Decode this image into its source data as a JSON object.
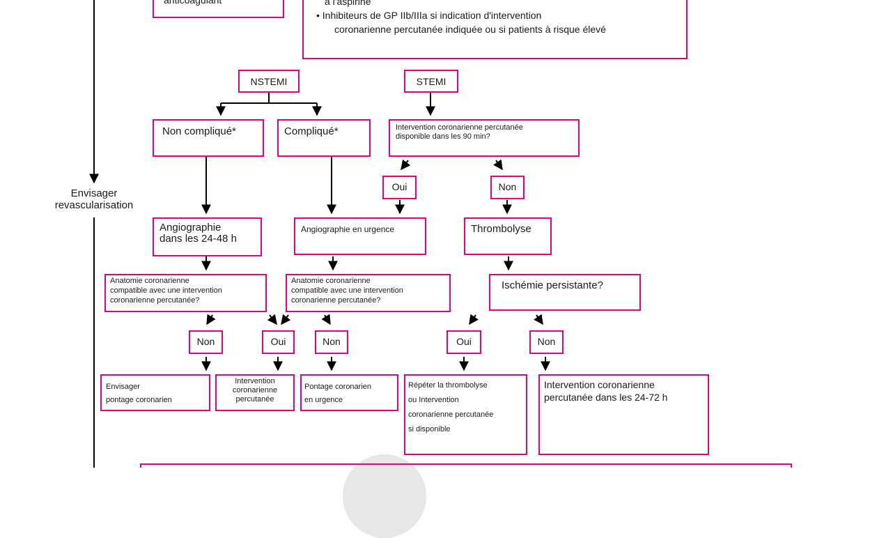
{
  "colors": {
    "box_border": "#e5007e",
    "line": "#000000",
    "text": "#1a1a1a"
  },
  "top_left_box": {
    "text": "anticoagulant"
  },
  "top_right_box": {
    "line1": "à l'aspirine",
    "line2": "• Inhibiteurs de GP IIb/IIIa si indication d'intervention",
    "line3": "coronarienne percutanée    indiquée ou si patients à risque élevé"
  },
  "side_label": {
    "line1": "Envisager",
    "line2": "revascularisation"
  },
  "nodes": {
    "nstemi": "NSTEMI",
    "stemi": "STEMI",
    "non_complique": "Non compliqué*",
    "complique": "Compliqué*",
    "ic_disponible": "Intervention coronarienne percutanée\ndisponible dans les    90 min?",
    "oui_stemi": "Oui",
    "non_stemi": "Non",
    "angio_24_48": "Angiographie\ndans les 24-48 h",
    "angio_urgence": "Angiographie en urgence",
    "thrombolyse": "Thrombolyse",
    "anatomie_1": "Anatomie coronarienne\ncompatible avec une intervention\ncoronarienne percutanée?",
    "anatomie_2": "Anatomie coronarienne\ncompatible avec une intervention\ncoronarienne percutanée?",
    "ischemie": "Ischémie persistante?",
    "non_a1": "Non",
    "oui_shared": "Oui",
    "non_a2": "Non",
    "oui_isch": "Oui",
    "non_isch": "Non",
    "envisager_pontage": "Envisager\npontage coronarien",
    "intervention_cp": "Intervention\ncoronarienne\npercutanée",
    "pontage_urgence": "Pontage coronarien\nen urgence",
    "repeter_thrombolyse": "Répéter la   thrombolyse\nou  Intervention\ncoronarienne percutanée\nsi  disponible",
    "intervention_24_72": "Intervention coronarienne\npercutanée  dans les   24-72 h"
  }
}
